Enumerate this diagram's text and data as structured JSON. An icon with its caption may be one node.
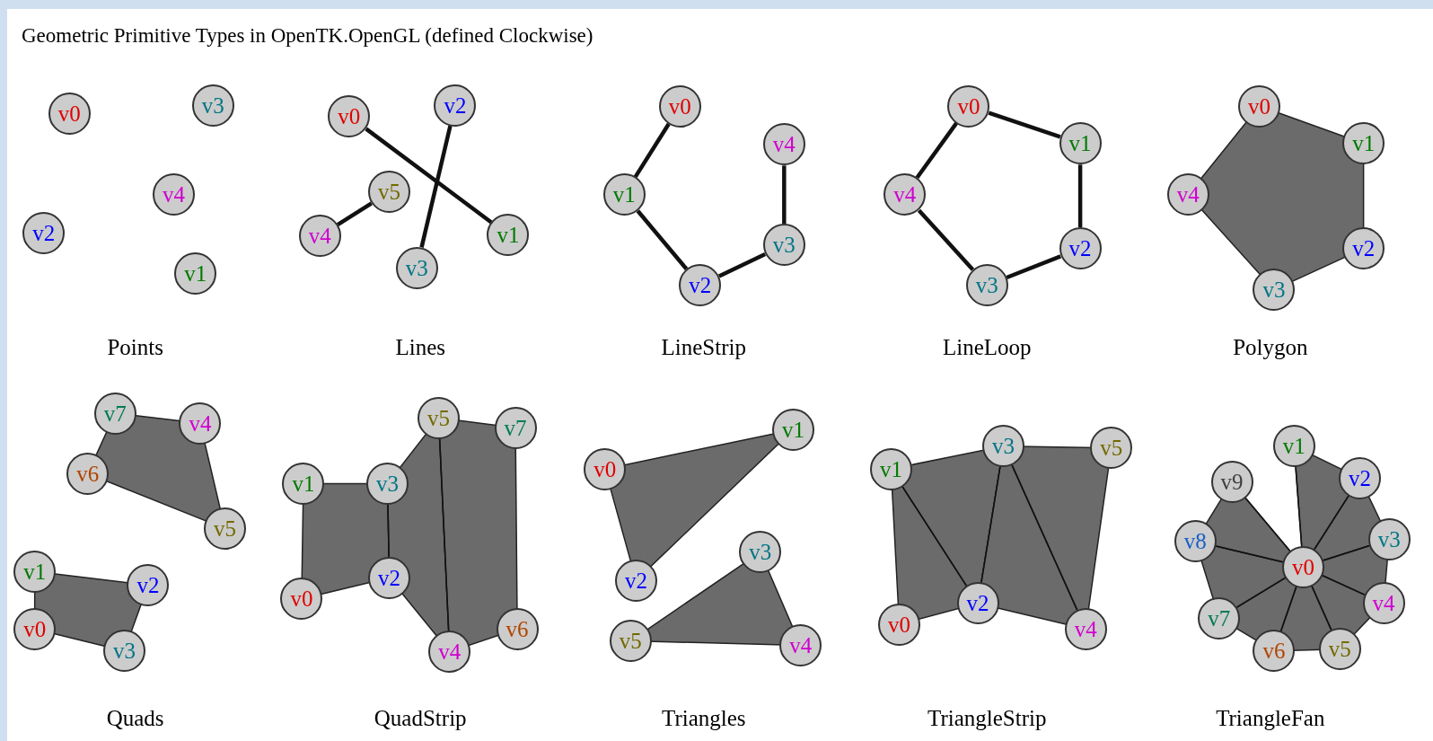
{
  "diagram": {
    "title": "Geometric Primitive Types in OpenTK.OpenGL (defined Clockwise)",
    "nodes": [
      {
        "text": [
          "v0"
        ]
      },
      {
        "text": [
          "v3"
        ]
      },
      {
        "text": [
          "v4"
        ]
      },
      {
        "text": [
          "v2"
        ]
      },
      {
        "text": [
          "v1"
        ]
      },
      {
        "text": [
          "v0"
        ]
      },
      {
        "text": [
          "v2"
        ]
      },
      {
        "text": [
          "v5"
        ]
      },
      {
        "text": [
          "v4"
        ]
      },
      {
        "text": [
          "v1"
        ]
      },
      {
        "text": [
          "v3"
        ]
      },
      {
        "text": [
          "v0"
        ]
      },
      {
        "text": [
          "v4"
        ]
      },
      {
        "text": [
          "v1"
        ]
      },
      {
        "text": [
          "v3"
        ]
      },
      {
        "text": [
          "v2"
        ]
      },
      {
        "text": [
          "v0"
        ]
      },
      {
        "text": [
          "v1"
        ]
      },
      {
        "text": [
          "v4"
        ]
      },
      {
        "text": [
          "v2"
        ]
      },
      {
        "text": [
          "v3"
        ]
      },
      {
        "text": [
          "v0"
        ]
      },
      {
        "text": [
          "v1"
        ]
      },
      {
        "text": [
          "v4"
        ]
      },
      {
        "text": [
          "v2"
        ]
      },
      {
        "text": [
          "v3"
        ]
      },
      {
        "text": [
          "v7"
        ]
      },
      {
        "text": [
          "v4"
        ]
      },
      {
        "text": [
          "v6"
        ]
      },
      {
        "text": [
          "v5"
        ]
      },
      {
        "text": [
          "v1"
        ]
      },
      {
        "text": [
          "v2"
        ]
      },
      {
        "text": [
          "v0"
        ]
      },
      {
        "text": [
          "v3"
        ]
      },
      {
        "text": [
          "v5"
        ]
      },
      {
        "text": [
          "v7"
        ]
      },
      {
        "text": [
          "v1"
        ]
      },
      {
        "text": [
          "v3"
        ]
      },
      {
        "text": [
          "v2"
        ]
      },
      {
        "text": [
          "v0"
        ]
      },
      {
        "text": [
          "v6"
        ]
      },
      {
        "text": [
          "v4"
        ]
      },
      {
        "text": [
          "v1"
        ]
      },
      {
        "text": [
          "v0"
        ]
      },
      {
        "text": [
          "v3"
        ]
      },
      {
        "text": [
          "v2"
        ]
      },
      {
        "text": [
          "v5"
        ]
      },
      {
        "text": [
          "v4"
        ]
      },
      {
        "text": [
          "v1"
        ]
      },
      {
        "text": [
          "v3"
        ]
      },
      {
        "text": [
          "v5"
        ]
      },
      {
        "text": [
          "v0"
        ]
      },
      {
        "text": [
          "v2"
        ]
      },
      {
        "text": [
          "v4"
        ]
      },
      {
        "text": [
          "v1"
        ]
      },
      {
        "text": [
          "v2"
        ]
      },
      {
        "text": [
          "v9"
        ]
      },
      {
        "text": [
          "v3"
        ]
      },
      {
        "text": [
          "v8"
        ]
      },
      {
        "text": [
          "v0"
        ]
      },
      {
        "text": [
          "v4"
        ]
      },
      {
        "text": [
          "v7"
        ]
      },
      {
        "text": [
          "v6"
        ]
      },
      {
        "text": [
          "v5"
        ]
      }
    ],
    "edges": [
      {
        "from": 5,
        "to": 9,
        "arrow": "none",
        "style": "thick"
      },
      {
        "from": 6,
        "to": 10,
        "arrow": "none",
        "style": "thick"
      },
      {
        "from": 8,
        "to": 7,
        "arrow": "none",
        "style": "thick"
      },
      {
        "from": 11,
        "to": 13,
        "arrow": "none",
        "style": "thick"
      },
      {
        "from": 13,
        "to": 15,
        "arrow": "none",
        "style": "thick"
      },
      {
        "from": 15,
        "to": 14,
        "arrow": "none",
        "style": "thick"
      },
      {
        "from": 14,
        "to": 12,
        "arrow": "none",
        "style": "thick"
      },
      {
        "from": 16,
        "to": 17,
        "arrow": "none",
        "style": "thick"
      },
      {
        "from": 17,
        "to": 19,
        "arrow": "none",
        "style": "thick"
      },
      {
        "from": 19,
        "to": 20,
        "arrow": "none",
        "style": "thick"
      },
      {
        "from": 20,
        "to": 18,
        "arrow": "none",
        "style": "thick"
      },
      {
        "from": 18,
        "to": 16,
        "arrow": "none",
        "style": "thick"
      },
      {
        "from": 37,
        "to": 38,
        "arrow": "none"
      },
      {
        "from": 34,
        "to": 41,
        "arrow": "none"
      },
      {
        "from": 48,
        "to": 52,
        "arrow": "none"
      },
      {
        "from": 49,
        "to": 52,
        "arrow": "none"
      },
      {
        "from": 49,
        "to": 53,
        "arrow": "none"
      },
      {
        "from": 59,
        "to": 54,
        "arrow": "none"
      },
      {
        "from": 59,
        "to": 55,
        "arrow": "none"
      },
      {
        "from": 59,
        "to": 56,
        "arrow": "none"
      },
      {
        "from": 59,
        "to": 57,
        "arrow": "none"
      },
      {
        "from": 59,
        "to": 58,
        "arrow": "none"
      },
      {
        "from": 59,
        "to": 60,
        "arrow": "none"
      },
      {
        "from": 59,
        "to": 61,
        "arrow": "none"
      },
      {
        "from": 59,
        "to": 62,
        "arrow": "none"
      },
      {
        "from": 59,
        "to": 63,
        "arrow": "none"
      }
    ],
    "labels": [
      "Points",
      "Lines",
      "LineStrip",
      "LineLoop",
      "Polygon",
      "Quads",
      "QuadStrip",
      "Triangles",
      "TriangleStrip",
      "TriangleFan"
    ]
  }
}
